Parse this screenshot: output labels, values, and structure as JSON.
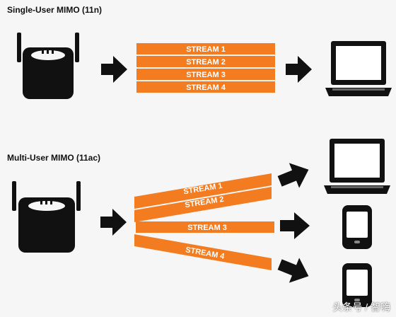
{
  "single_user": {
    "title": "Single-User MIMO (11n)",
    "streams": [
      "STREAM 1",
      "STREAM 2",
      "STREAM 3",
      "STREAM 4"
    ]
  },
  "multi_user": {
    "title": "Multi-User MIMO (11ac)",
    "streams": [
      "STREAM 1",
      "STREAM 2",
      "STREAM 3",
      "STREAM 4"
    ]
  },
  "watermark": "头条号 / 智嗨",
  "colors": {
    "stream": "#f47c20",
    "device": "#111111",
    "background": "#f6f6f6"
  },
  "icons": [
    "router-icon",
    "laptop-icon",
    "smartphone-icon",
    "arrow-icon"
  ]
}
